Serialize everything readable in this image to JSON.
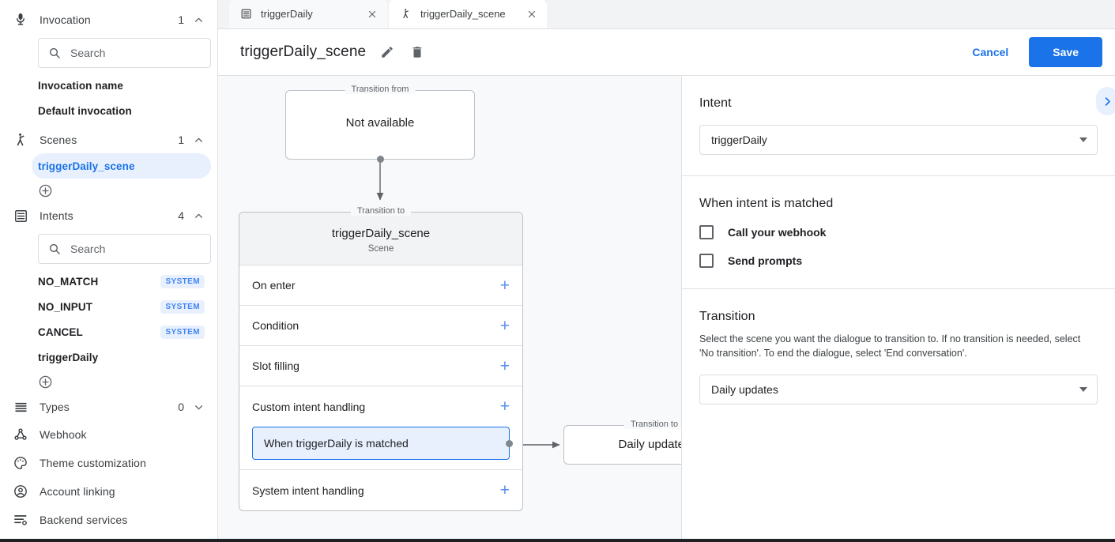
{
  "sidebar": {
    "groups": [
      {
        "icon": "microphone-icon",
        "label": "Invocation",
        "count": "1",
        "caret": "chevron-up-icon",
        "search_placeholder": "Search",
        "items": [
          {
            "label": "Invocation name",
            "badge": "",
            "selected": false
          },
          {
            "label": "Default invocation",
            "badge": "",
            "selected": false
          }
        ]
      },
      {
        "icon": "scene-icon",
        "label": "Scenes",
        "count": "1",
        "caret": "chevron-up-icon",
        "items": [
          {
            "label": "triggerDaily_scene",
            "badge": "",
            "selected": true
          }
        ]
      },
      {
        "icon": "intents-icon",
        "label": "Intents",
        "count": "4",
        "caret": "chevron-up-icon",
        "search_placeholder": "Search",
        "items": [
          {
            "label": "NO_MATCH",
            "badge": "SYSTEM",
            "selected": false
          },
          {
            "label": "NO_INPUT",
            "badge": "SYSTEM",
            "selected": false
          },
          {
            "label": "CANCEL",
            "badge": "SYSTEM",
            "selected": false
          },
          {
            "label": "triggerDaily",
            "badge": "",
            "selected": false
          }
        ]
      }
    ],
    "types": {
      "icon": "list-icon",
      "label": "Types",
      "count": "0",
      "caret": "chevron-down-icon"
    },
    "links": [
      {
        "icon": "webhook-icon",
        "label": "Webhook"
      },
      {
        "icon": "palette-icon",
        "label": "Theme customization"
      },
      {
        "icon": "account-circle-icon",
        "label": "Account linking"
      },
      {
        "icon": "backend-services-icon",
        "label": "Backend services"
      }
    ]
  },
  "tabs": [
    {
      "icon": "intent-icon",
      "label": "triggerDaily",
      "active": false,
      "close": "close-icon"
    },
    {
      "icon": "scene-icon",
      "label": "triggerDaily_scene",
      "active": true,
      "close": "close-icon"
    }
  ],
  "header": {
    "title": "triggerDaily_scene",
    "edit_icon": "pencil-icon",
    "delete_icon": "trash-icon",
    "cancel_label": "Cancel",
    "save_label": "Save"
  },
  "canvas": {
    "transition_from_legend": "Transition from",
    "transition_from_value": "Not available",
    "transition_to_legend": "Transition to",
    "scene_name": "triggerDaily_scene",
    "scene_subtitle": "Scene",
    "rows": [
      {
        "label": "On enter",
        "add": "+"
      },
      {
        "label": "Condition",
        "add": "+"
      },
      {
        "label": "Slot filling",
        "add": "+"
      },
      {
        "label": "Custom intent handling",
        "add": "+"
      },
      {
        "label": "System intent handling",
        "add": "+"
      }
    ],
    "handler_chip": "When triggerDaily is matched",
    "right_node_legend": "Transition to",
    "right_node_value": "Daily updates"
  },
  "inspector": {
    "intent": {
      "title": "Intent",
      "selected": "triggerDaily"
    },
    "when_matched": {
      "title": "When intent is matched",
      "options": [
        {
          "label": "Call your webhook",
          "checked": false
        },
        {
          "label": "Send prompts",
          "checked": false
        }
      ]
    },
    "transition": {
      "title": "Transition",
      "description": "Select the scene you want the dialogue to transition to. If no transition is needed, select 'No transition'. To end the dialogue, select 'End conversation'.",
      "selected": "Daily updates"
    },
    "collapse_icon": "chevron-right-icon"
  },
  "colors": {
    "accent": "#1a73e8",
    "accent_light": "#e8f0fe",
    "canvas_bg": "#f8f9fa",
    "border": "#dadce0"
  }
}
